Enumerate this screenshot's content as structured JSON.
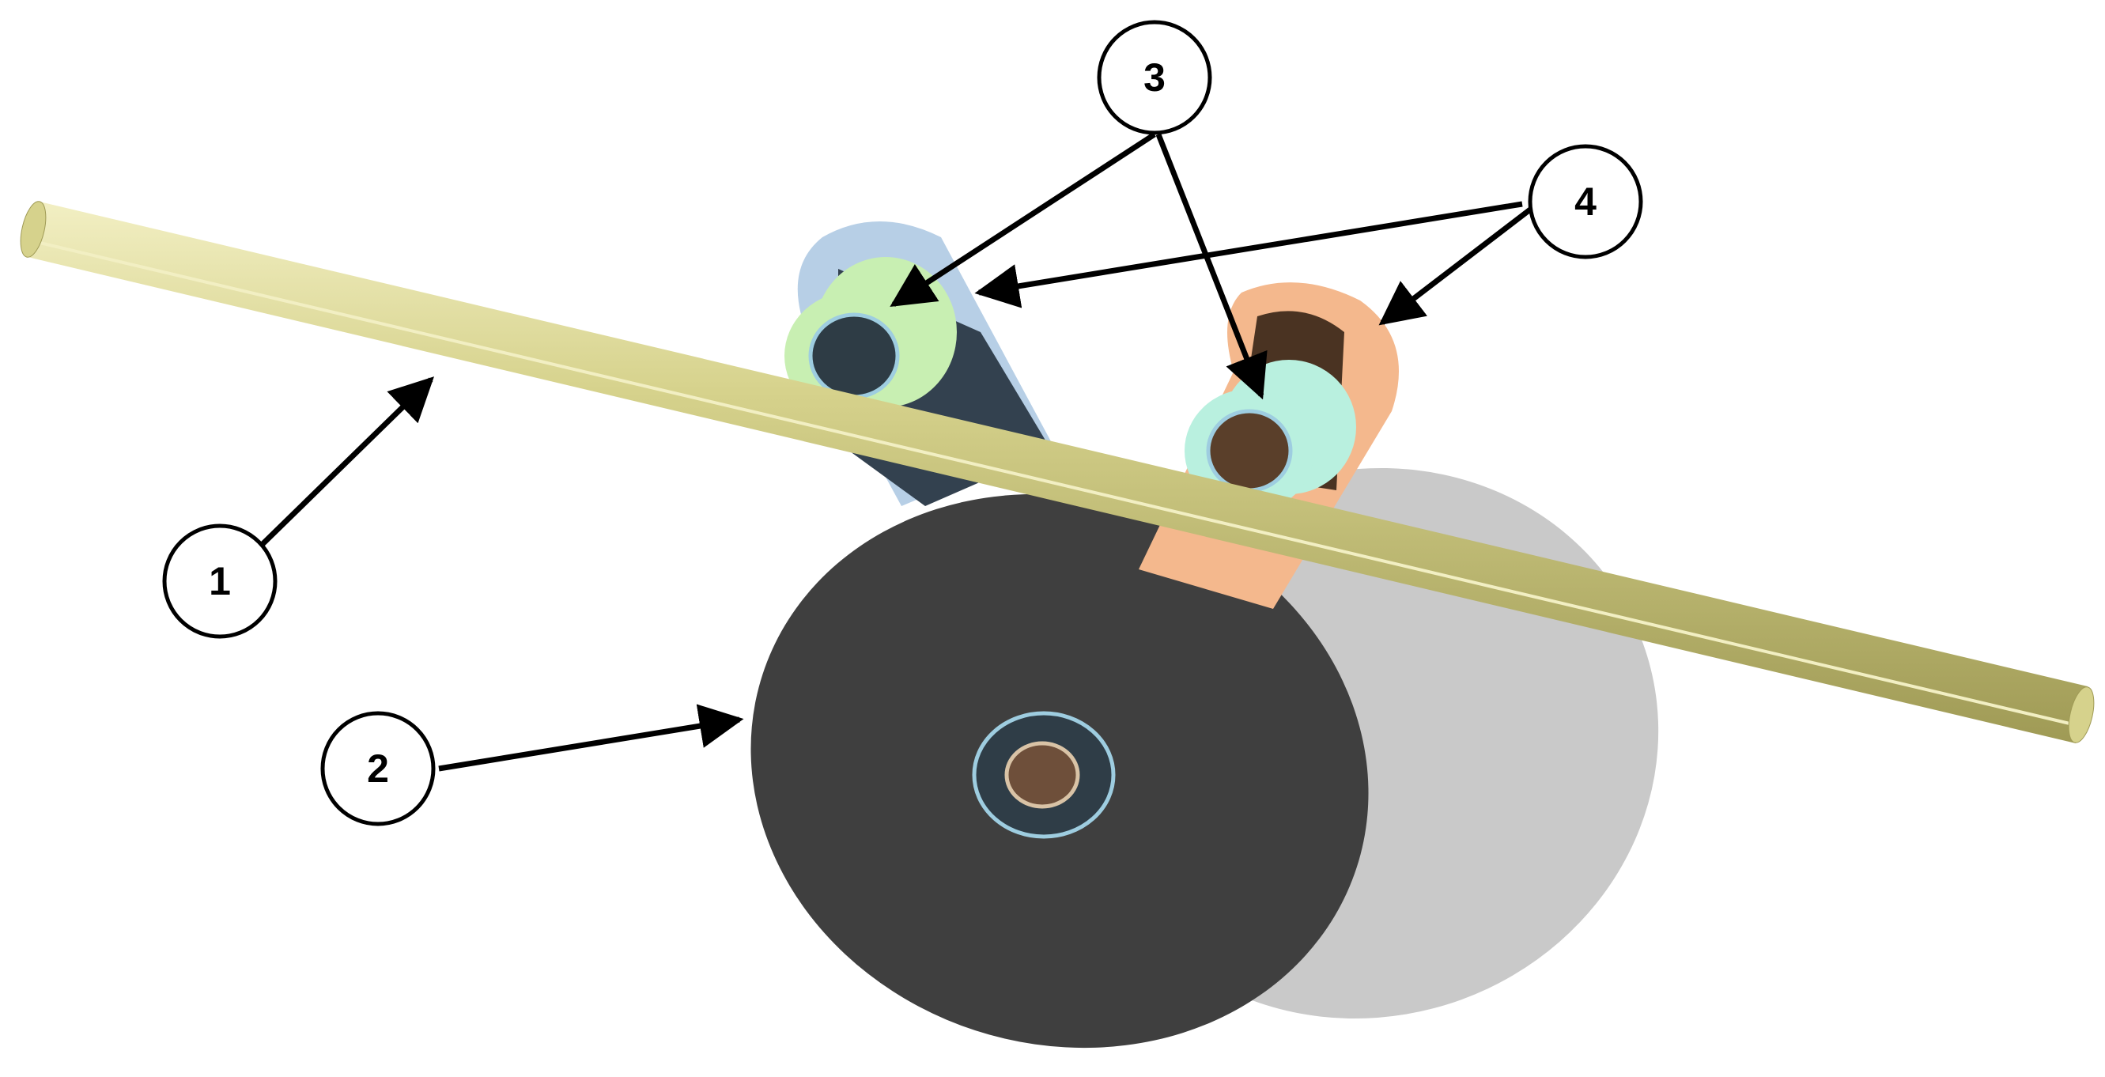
{
  "callouts": [
    {
      "id": "1",
      "label": "1"
    },
    {
      "id": "2",
      "label": "2"
    },
    {
      "id": "3",
      "label": "3"
    },
    {
      "id": "4",
      "label": "4"
    }
  ],
  "colors": {
    "rod": "#d6d28c",
    "rod_dark": "#9f9a55",
    "rod_light": "#f2efc3",
    "disc_face": "#3f3f3f",
    "disc_rim": "#c9c9c9",
    "disc_hub_ring": "#2f3d47",
    "disc_hub_outline": "#9ecde0",
    "disc_bore": "#6e4f3a",
    "left_arm": "#b7cfe6",
    "left_arm_dark": "#33414f",
    "left_roller": "#c8efb2",
    "left_roller_dark": "#2e3c45",
    "right_arm": "#f4b88d",
    "right_arm_dark": "#4a3322",
    "right_roller": "#b9f0df",
    "right_bore": "#5a3f2a",
    "arrow": "#000000"
  },
  "icons": {
    "callout_marker": "circle-numbered-icon",
    "pointer": "arrow-icon"
  }
}
